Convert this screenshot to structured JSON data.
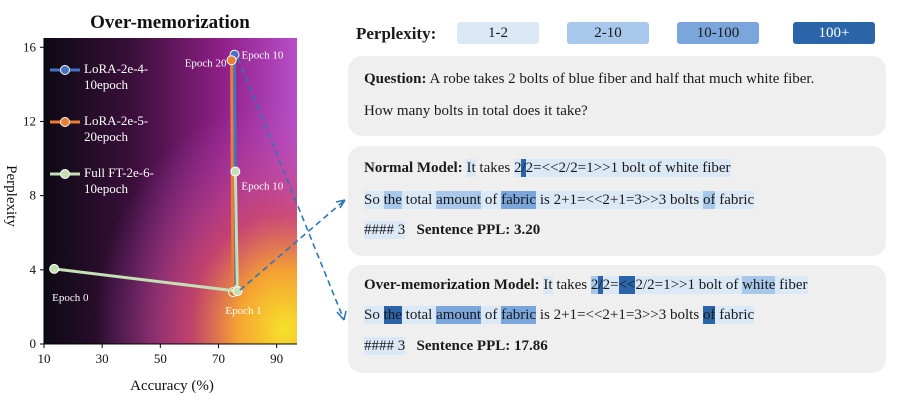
{
  "chart_data": {
    "type": "line",
    "title": "Over-memorization",
    "xlabel": "Accuracy (%)",
    "ylabel": "Perplexity",
    "xlim": [
      10,
      97
    ],
    "ylim": [
      0,
      16.5
    ],
    "xticks": [
      "10",
      "30",
      "50",
      "70",
      "90"
    ],
    "yticks": [
      "0",
      "4",
      "8",
      "12",
      "16"
    ],
    "grid": false,
    "legend": "top-left",
    "series": [
      {
        "name": "LoRA-2e-4-10epoch",
        "color": "#4472c4",
        "points": [
          {
            "x": 75.5,
            "y": 15.6
          },
          {
            "x": 76.0,
            "y": 2.9
          }
        ]
      },
      {
        "name": "LoRA-2e-5-20epoch",
        "color": "#ed7d31",
        "points": [
          {
            "x": 74.5,
            "y": 15.3
          },
          {
            "x": 75.0,
            "y": 2.8
          }
        ]
      },
      {
        "name": "Full FT-2e-6-10epoch",
        "color": "#c5e0b4",
        "points": [
          {
            "x": 13.5,
            "y": 4.05
          },
          {
            "x": 76.5,
            "y": 2.85
          },
          {
            "x": 75.8,
            "y": 9.3
          }
        ]
      }
    ],
    "annotations": [
      "Epoch 20",
      "Epoch 10",
      "Epoch 10",
      "Epoch 0",
      "Epoch 1"
    ]
  },
  "perplexity_legend": {
    "title": "Perplexity:",
    "levels": [
      {
        "label": "1-2",
        "color": "#dbe8f6"
      },
      {
        "label": "2-10",
        "color": "#a7c8ea"
      },
      {
        "label": "10-100",
        "color": "#7aa6dc"
      },
      {
        "label": "100+",
        "color": "#2b64a8"
      }
    ]
  },
  "question": {
    "label": "Question:",
    "line1": "A robe takes 2 bolts of blue fiber and half that much white fiber.",
    "line2": "How many bolts in total does it take?"
  },
  "normal": {
    "label": "Normal Model:",
    "line1": [
      {
        "t": " ",
        "l": 0
      },
      {
        "t": "It",
        "l": 1
      },
      {
        "t": " takes ",
        "l": 0
      },
      {
        "t": "2",
        "l": 1
      },
      {
        "t": "/",
        "l": 4
      },
      {
        "t": "2=<<2/2=1>>1 bolt of white fiber",
        "l": 1
      }
    ],
    "line2": [
      {
        "t": "So ",
        "l": 1
      },
      {
        "t": "the",
        "l": 2
      },
      {
        "t": " total ",
        "l": 1
      },
      {
        "t": "amount",
        "l": 2
      },
      {
        "t": " of ",
        "l": 1
      },
      {
        "t": "fabric",
        "l": 3
      },
      {
        "t": " is ",
        "l": 1
      },
      {
        "t": "2+1=<<2+1=3>>3 bolts ",
        "l": 1
      },
      {
        "t": "of",
        "l": 2
      },
      {
        "t": " fabric",
        "l": 1
      }
    ],
    "line3_prefix": "#### 3",
    "ppl_label": "Sentence PPL: 3.20"
  },
  "over": {
    "label": "Over-memorization Model:",
    "line1": [
      {
        "t": " ",
        "l": 0
      },
      {
        "t": "It",
        "l": 1
      },
      {
        "t": " takes ",
        "l": 0
      },
      {
        "t": "2",
        "l": 2
      },
      {
        "t": "/",
        "l": 4
      },
      {
        "t": "2=",
        "l": 1
      },
      {
        "t": "<<",
        "l": 4
      },
      {
        "t": "2/2=1>>1 bolt of ",
        "l": 1
      },
      {
        "t": "white",
        "l": 2
      },
      {
        "t": " fiber",
        "l": 1
      }
    ],
    "line2": [
      {
        "t": "So ",
        "l": 1
      },
      {
        "t": "the",
        "l": 4
      },
      {
        "t": " total ",
        "l": 1
      },
      {
        "t": "amount",
        "l": 3
      },
      {
        "t": " of ",
        "l": 1
      },
      {
        "t": "fabric",
        "l": 3
      },
      {
        "t": " is 2+1=<<2+1=3>>3 bolts ",
        "l": 0
      },
      {
        "t": "of",
        "l": 4
      },
      {
        "t": " fabric",
        "l": 1
      }
    ],
    "line3_prefix": "#### 3",
    "ppl_label": "Sentence PPL: 17.86"
  }
}
